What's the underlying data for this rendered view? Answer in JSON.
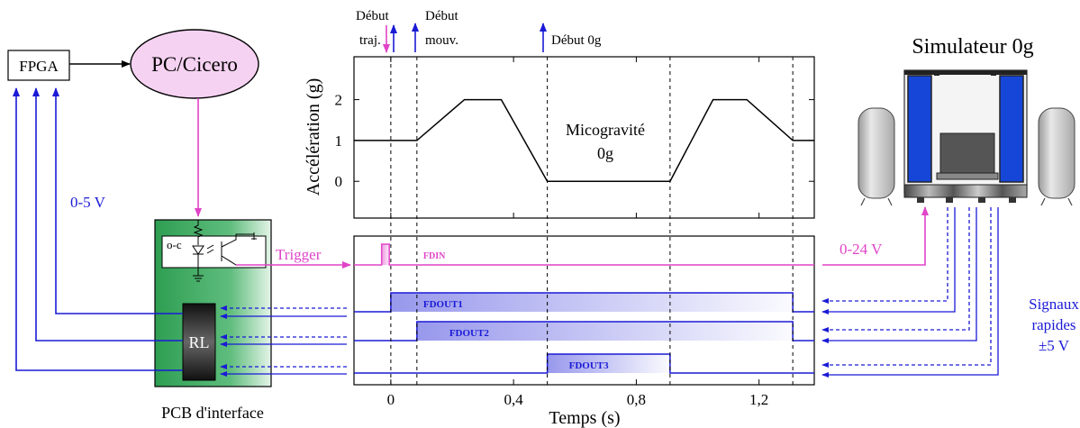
{
  "colors": {
    "blue": "#1a1ad6",
    "magenta": "#e044c8",
    "pc_fill": "#f6d2f2",
    "pcb_green": "#2e9e52",
    "cabin_blue": "#1646d8",
    "grey": "#d4d4d4"
  },
  "labels": {
    "fpga": "FPGA",
    "pc": "PC/Cicero",
    "voltage_left": "0-5 V",
    "oc": "o-c",
    "trigger": "Trigger",
    "rl": "RL",
    "pcb": "PCB d'interface",
    "simulator": "Simulateur 0g",
    "voltage_right": "0-24 V",
    "signals_line1": "Signaux",
    "signals_line2": "rapides",
    "signals_line3": "±5 V",
    "event_traj_1": "Début",
    "event_traj_2": "traj.",
    "event_mouv_1": "Début",
    "event_mouv_2": "mouv.",
    "event_0g": "Début 0g",
    "micrograv_1": "Micogravité",
    "micrograv_2": "0g"
  },
  "chart_data": {
    "type": "line",
    "xlabel": "Temps (s)",
    "ylabel": "Accélération (g)",
    "xlim": [
      -0.12,
      1.38
    ],
    "ylim": [
      -0.9,
      3.05
    ],
    "x_ticks": [
      0,
      0.4,
      0.8,
      1.2
    ],
    "x_tick_labels": [
      "0",
      "0,4",
      "0,8",
      "1,2"
    ],
    "y_ticks": [
      0,
      1,
      2
    ],
    "y_tick_labels": [
      "0",
      "1",
      "2"
    ],
    "acceleration": {
      "x": [
        -0.12,
        0.085,
        0.24,
        0.36,
        0.51,
        0.91,
        1.05,
        1.16,
        1.31,
        1.38
      ],
      "y": [
        1,
        1,
        2,
        2,
        0,
        0,
        2,
        2,
        1,
        1
      ]
    },
    "event_markers_x": [
      0,
      0.085,
      0.51,
      0.91,
      1.31
    ],
    "digital_signals": [
      {
        "name": "FDIN",
        "start": -0.03,
        "end": -0.005,
        "color": "#e044c8"
      },
      {
        "name": "FDOUT1",
        "start": 0,
        "end": 1.31,
        "color": "#1a1ad6"
      },
      {
        "name": "FDOUT2",
        "start": 0.085,
        "end": 1.31,
        "color": "#1a1ad6"
      },
      {
        "name": "FDOUT3",
        "start": 0.51,
        "end": 0.91,
        "color": "#1a1ad6"
      }
    ]
  }
}
